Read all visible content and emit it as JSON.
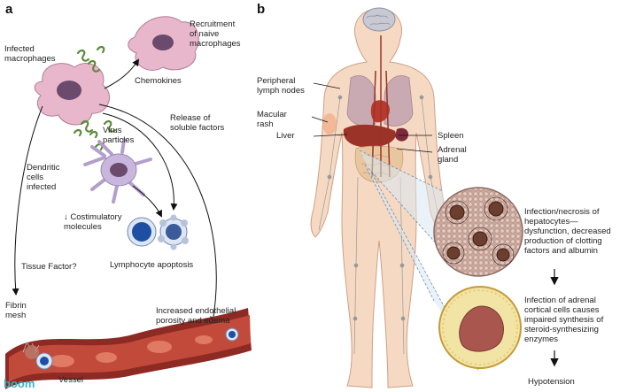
{
  "panels": {
    "a": "a",
    "b": "b"
  },
  "colors": {
    "macrophage": "#e9b7cc",
    "nucleus": "#6b4a6e",
    "virus": "#5d8a3a",
    "dendritic": "#c8b6dc",
    "vessel": "#8e2a24",
    "vessel_inner": "#c24a3a",
    "body": "#f6d9c3",
    "liver": "#9b3328",
    "tissue": "#c7a79c",
    "cortical": "#f2e4a5",
    "lymphocyte": "#1e4fa3"
  },
  "panel_a": {
    "infected_macrophages": "Infected\nmacrophages",
    "recruitment": "Recruitment\nof naive\nmacrophages",
    "chemokines": "Chemokines",
    "virus_particles": "Virus\nparticles",
    "release": "Release of\nsoluble factors",
    "dendritic": "Dendritic\ncells\ninfected",
    "costimulatory": "↓ Costimulatory\nmolecules",
    "tissue_factor": "Tissue Factor?",
    "lymphocyte_apoptosis": "Lymphocyte apoptosis",
    "fibrin_mesh": "Fibrin\nmesh",
    "porosity": "Increased endothelial\nporosity and edema",
    "vessel": "Vessel"
  },
  "panel_b": {
    "lymph_nodes": "Peripheral\nlymph nodes",
    "macular_rash": "Macular\nrash",
    "liver": "Liver",
    "spleen": "Spleen",
    "adrenal": "Adrenal\ngland",
    "hepatocytes": "Infection/necrosis of\nhepatocytes—\ndysfunction, decreased\nproduction of clotting\nfactors and albumin",
    "adrenal_cells": "Infection of adrenal\ncortical cells causes\nimpaired synthesis of\nsteroid-synthesizing\nenzymes",
    "hypotension": "Hypotension"
  },
  "watermark": "boom"
}
